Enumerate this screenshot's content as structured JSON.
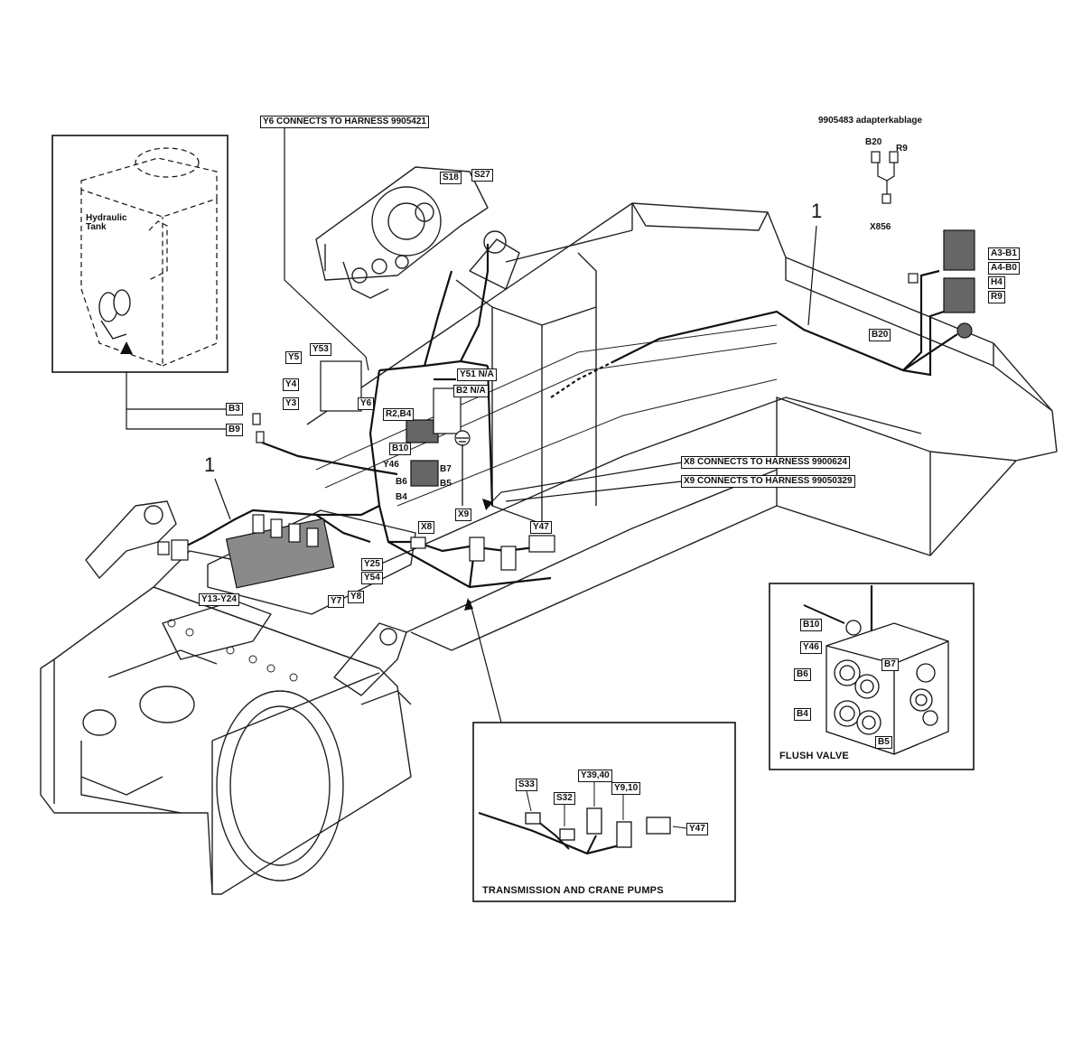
{
  "harness_notes": {
    "y6": "Y6 CONNECTS TO HARNESS 9905421",
    "x8": "X8 CONNECTS TO HARNESS 9900624",
    "x9": "X9 CONNECTS TO HARNESS 99050329"
  },
  "adapter": {
    "title": "9905483 adapterkablage",
    "b20": "B20",
    "r9": "R9",
    "x856": "X856"
  },
  "callout_number": "1",
  "hydraulic_tank_inset": {
    "title": "Hydraulic Tank"
  },
  "main_labels": {
    "s18": "S18",
    "s27": "S27",
    "y5": "Y5",
    "y53": "Y53",
    "y4": "Y4",
    "y3": "Y3",
    "y6": "Y6",
    "y51": "Y51 N/A",
    "b2": "B2 N/A",
    "r2b4": "R2,B4",
    "b3": "B3",
    "b9": "B9",
    "b10": "B10",
    "y46": "Y46",
    "b6": "B6",
    "b4": "B4",
    "b7": "B7",
    "b5": "B5",
    "x8": "X8",
    "x9": "X9",
    "y47": "Y47",
    "y25": "Y25",
    "y54": "Y54",
    "y7": "Y7",
    "y8": "Y8",
    "y13y24": "Y13-Y24",
    "b20": "B20",
    "a3b1": "A3-B1",
    "a4b0": "A4-B0",
    "h4": "H4",
    "r9": "R9"
  },
  "flush_valve_inset": {
    "caption": "FLUSH VALVE",
    "b10": "B10",
    "y46": "Y46",
    "b7": "B7",
    "b6": "B6",
    "b4": "B4",
    "b5": "B5"
  },
  "pumps_inset": {
    "caption": "TRANSMISSION AND CRANE PUMPS",
    "s33": "S33",
    "s32": "S32",
    "y39_40": "Y39,40",
    "y9_10": "Y9,10",
    "y47": "Y47"
  },
  "colors": {
    "line": "#111111",
    "frame_fill": "#ffffff",
    "shade": "#777777"
  }
}
